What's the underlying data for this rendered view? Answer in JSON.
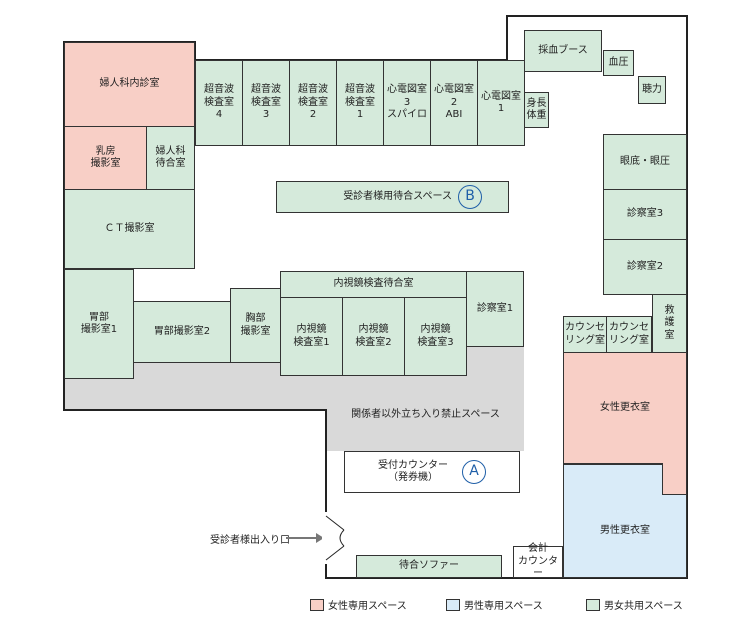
{
  "rooms": {
    "gyn_exam": "婦人科内診室",
    "breast_xray": "乳房\n撮影室",
    "gyn_waiting": "婦人科\n待合室",
    "ct": "ＣＴ撮影室",
    "us4": "超音波\n検査室\n4",
    "us3": "超音波\n検査室\n3",
    "us2": "超音波\n検査室\n2",
    "us1": "超音波\n検査室\n1",
    "ecg3": "心電図室\n3\nスパイロ",
    "ecg2": "心電図室\n2\nABI",
    "ecg1": "心電図室\n1",
    "height_weight": "身長\n体重",
    "blood_booth": "採血ブース",
    "bp": "血圧",
    "hearing": "聴力",
    "fundus": "眼底・眼圧",
    "exam3": "診察室3",
    "exam2": "診察室2",
    "first_aid": "救\n護\n室",
    "counsel1": "カウンセ\nリング室",
    "counsel2": "カウンセ\nリング室",
    "womens_changing": "女性更衣室",
    "mens_changing": "男性更衣室",
    "stomach1": "胃部\n撮影室1",
    "stomach2": "胃部撮影室2",
    "chest": "胸部\n撮影室",
    "endo_waiting": "内視鏡検査待合室",
    "endo1": "内視鏡\n検査室1",
    "endo2": "内視鏡\n検査室2",
    "endo3": "内視鏡\n検査室3",
    "exam1": "診察室1",
    "restricted": "関係者以外立ち入り禁止スペース",
    "waiting_space": "受診者様用待合スペース",
    "reception": "受付カウンター\n（発券機）",
    "sofa": "待合ソファー",
    "cashier": "会計\nカウンター",
    "entrance": "受診者様出入り口"
  },
  "markers": {
    "a": "A",
    "b": "B"
  },
  "legend": [
    {
      "label": "女性専用スペース",
      "color": "#f8cfc6"
    },
    {
      "label": "男性専用スペース",
      "color": "#d9ebf8"
    },
    {
      "label": "男女共用スペース",
      "color": "#d5eadb"
    }
  ]
}
